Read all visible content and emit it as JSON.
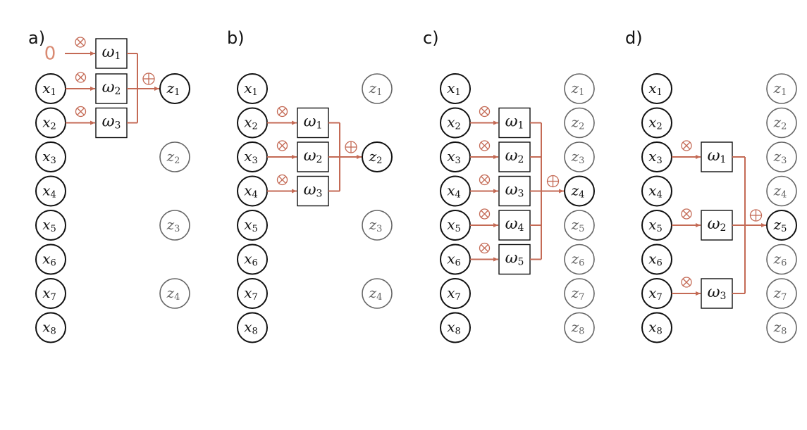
{
  "panels": [
    {
      "label": "a)",
      "inputs": [
        "x1",
        "x2",
        "x3",
        "x4",
        "x5",
        "x6",
        "x7",
        "x8"
      ],
      "outputs": [
        "z1",
        "z2",
        "z3",
        "z4"
      ],
      "active_output": "z1",
      "weights": [
        "ω1",
        "ω2",
        "ω3"
      ],
      "sources": [
        "0",
        "x1",
        "x2"
      ]
    },
    {
      "label": "b)",
      "inputs": [
        "x1",
        "x2",
        "x3",
        "x4",
        "x5",
        "x6",
        "x7",
        "x8"
      ],
      "outputs": [
        "z1",
        "z2",
        "z3",
        "z4"
      ],
      "active_output": "z2",
      "weights": [
        "ω1",
        "ω2",
        "ω3"
      ],
      "sources": [
        "x2",
        "x3",
        "x4"
      ]
    },
    {
      "label": "c)",
      "inputs": [
        "x1",
        "x2",
        "x3",
        "x4",
        "x5",
        "x6",
        "x7",
        "x8"
      ],
      "outputs": [
        "z1",
        "z2",
        "z3",
        "z4",
        "z5",
        "z6",
        "z7",
        "z8"
      ],
      "active_output": "z4",
      "weights": [
        "ω1",
        "ω2",
        "ω3",
        "ω4",
        "ω5"
      ],
      "sources": [
        "x2",
        "x3",
        "x4",
        "x5",
        "x6"
      ]
    },
    {
      "label": "d)",
      "inputs": [
        "x1",
        "x2",
        "x3",
        "x4",
        "x5",
        "x6",
        "x7",
        "x8"
      ],
      "outputs": [
        "z1",
        "z2",
        "z3",
        "z4",
        "z5",
        "z6",
        "z7",
        "z8"
      ],
      "active_output": "z5",
      "weights": [
        "ω1",
        "ω2",
        "ω3"
      ],
      "sources": [
        "x3",
        "x5",
        "x7"
      ]
    }
  ],
  "colors": {
    "edge": "#c46a55",
    "zero": "#d98a72",
    "dim": "#666666",
    "ink": "#111111"
  },
  "operators": {
    "multiply": "⊗",
    "sum": "⊕"
  }
}
